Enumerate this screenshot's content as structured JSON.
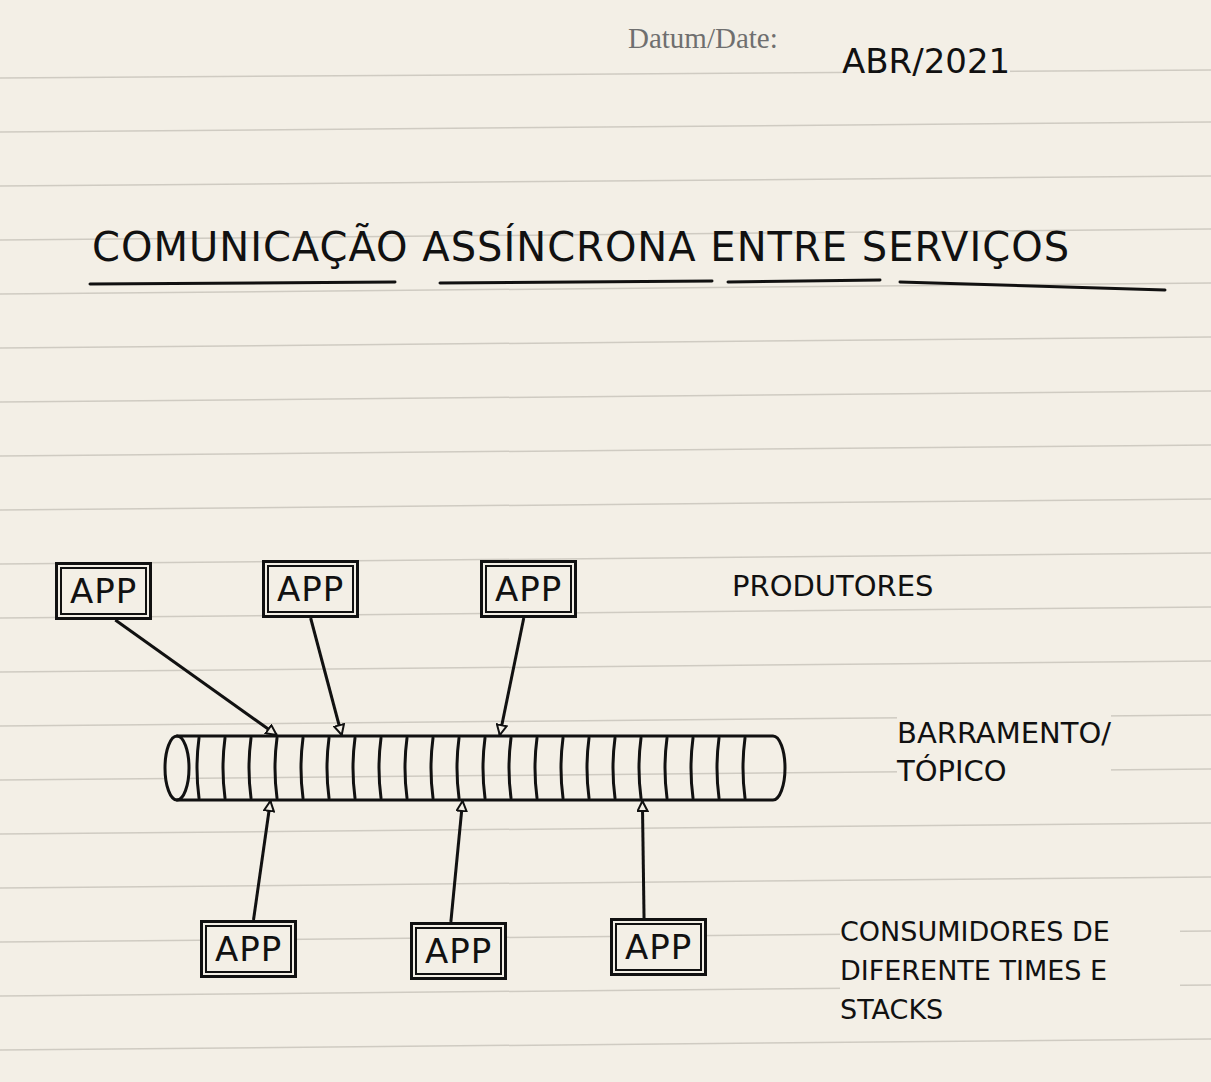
{
  "diagram": {
    "title": "COMUNICAÇÃO ASSÍNCRONA ENTRE SERVIÇOS",
    "nodes": [
      {
        "text": [
          "APP"
        ]
      },
      {
        "text": [
          "APP"
        ]
      },
      {
        "text": [
          "APP"
        ]
      },
      {
        "text": [
          "BARRAMENTO/ TÓPICO"
        ]
      },
      {
        "text": [
          "APP"
        ]
      },
      {
        "text": [
          "APP"
        ]
      },
      {
        "text": [
          "APP"
        ]
      }
    ],
    "edges": [
      {
        "from": 0,
        "to": 3,
        "arrow": "to"
      },
      {
        "from": 1,
        "to": 3,
        "arrow": "to"
      },
      {
        "from": 2,
        "to": 3,
        "arrow": "to"
      },
      {
        "from": 4,
        "to": 3,
        "arrow": "to"
      },
      {
        "from": 5,
        "to": 3,
        "arrow": "to"
      },
      {
        "from": 6,
        "to": 3,
        "arrow": "to"
      }
    ],
    "labels": [
      "Datum/Date:",
      "ABR/2021",
      "PRODUTORES",
      "CONSUMIDORES DE DIFERENTE TIMES E STACKS"
    ]
  }
}
